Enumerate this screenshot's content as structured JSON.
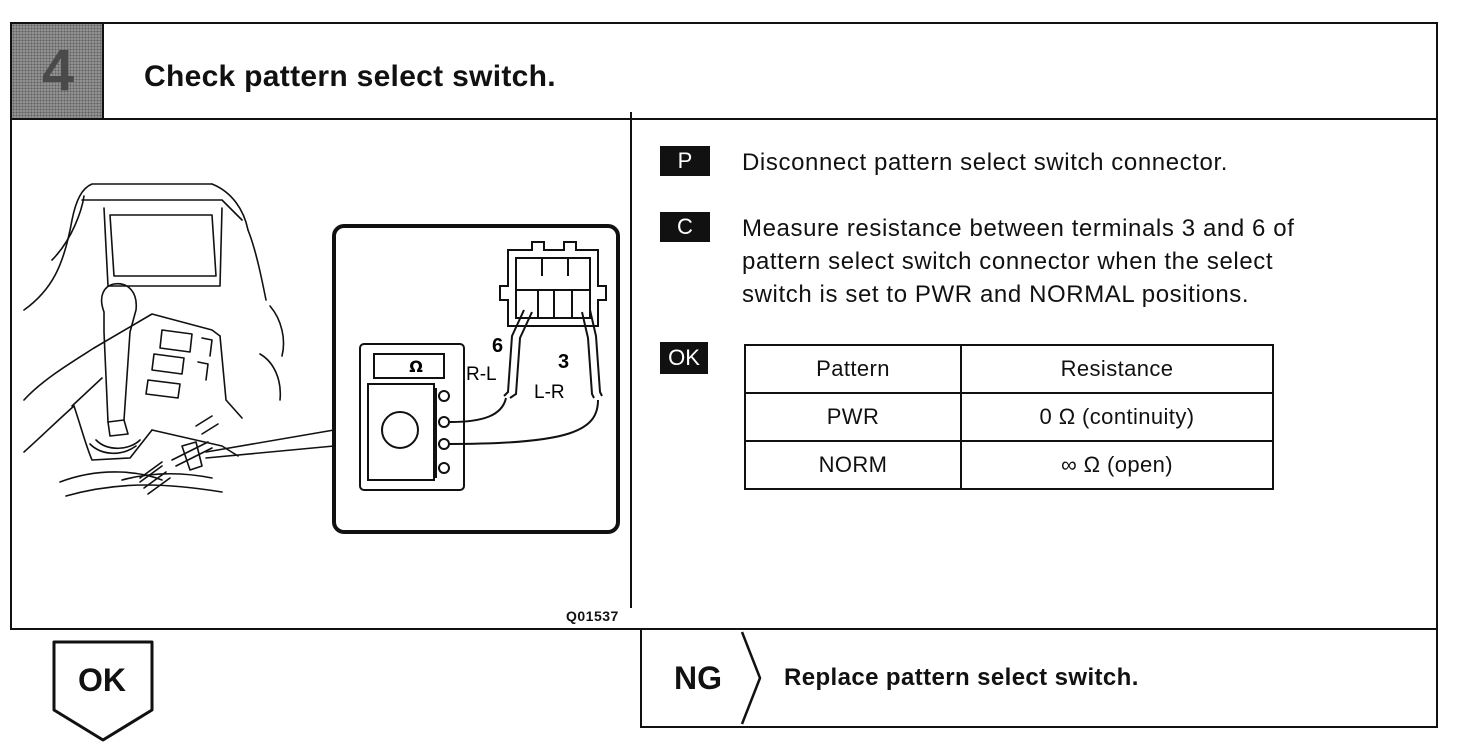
{
  "step": {
    "number": "4",
    "title": "Check pattern select switch."
  },
  "figure": {
    "code": "Q01537",
    "meter_symbol": "Ω",
    "terminal_6": "6",
    "terminal_3": "3",
    "wire_6_color": "R-L",
    "wire_3_color": "L-R"
  },
  "instructions": [
    {
      "tag": "P",
      "text": [
        "Disconnect pattern select switch connector."
      ]
    },
    {
      "tag": "C",
      "text": [
        "Measure resistance between terminals 3 and 6 of",
        "pattern select switch connector when the select",
        "switch is set to PWR and NORMAL positions."
      ]
    }
  ],
  "ok_tag": "OK",
  "spec_table": {
    "headers": [
      "Pattern",
      "Resistance"
    ],
    "rows": [
      [
        "PWR",
        "0 Ω (continuity)"
      ],
      [
        "NORM",
        "∞ Ω (open)"
      ]
    ]
  },
  "result_ok": {
    "label": "OK"
  },
  "result_ng": {
    "label": "NG",
    "action": "Replace pattern select switch."
  }
}
